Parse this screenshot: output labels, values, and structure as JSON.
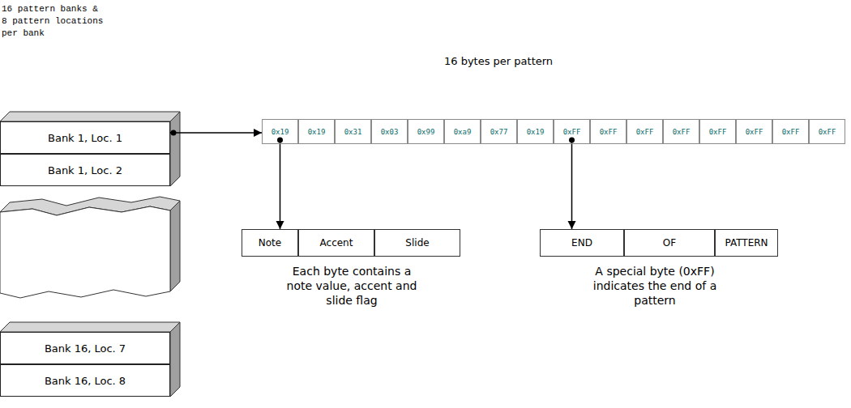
{
  "diagram": {
    "nodes": [
      {
        "text": [
          "Bank 1, Loc. 1"
        ]
      },
      {
        "text": [
          "Bank 1, Loc. 2"
        ]
      },
      {
        "text": [
          "Bank 16, Loc. 7"
        ]
      },
      {
        "text": [
          "Bank 16, Loc. 8"
        ]
      },
      {
        "text": [
          "0x19"
        ]
      },
      {
        "text": [
          "0x19"
        ]
      },
      {
        "text": [
          "0x31"
        ]
      },
      {
        "text": [
          "0x03"
        ]
      },
      {
        "text": [
          "0x99"
        ]
      },
      {
        "text": [
          "0xa9"
        ]
      },
      {
        "text": [
          "0x77"
        ]
      },
      {
        "text": [
          "0x19"
        ]
      },
      {
        "text": [
          "0xFF"
        ]
      },
      {
        "text": [
          "0xFF"
        ]
      },
      {
        "text": [
          "0xFF"
        ]
      },
      {
        "text": [
          "0xFF"
        ]
      },
      {
        "text": [
          "0xFF"
        ]
      },
      {
        "text": [
          "0xFF"
        ]
      },
      {
        "text": [
          "0xFF"
        ]
      },
      {
        "text": [
          "0xFF"
        ]
      },
      {
        "text": [
          "Note"
        ]
      },
      {
        "text": [
          "Accent"
        ]
      },
      {
        "text": [
          "Slide"
        ]
      },
      {
        "text": [
          "END"
        ]
      },
      {
        "text": [
          "OF"
        ]
      },
      {
        "text": [
          "PATTERN"
        ]
      }
    ],
    "edges": [
      {
        "from": 0,
        "to": 4,
        "arrow": "to"
      },
      {
        "from": 4,
        "to": 20,
        "arrow": "to"
      },
      {
        "from": 12,
        "to": 23,
        "arrow": "to"
      }
    ],
    "labels": [
      "16 pattern banks & 8 pattern locations per bank",
      "16 bytes per pattern",
      "Each byte contains a note value, accent and slide flag",
      "A special byte (0xFF) indicates the end of a pattern"
    ]
  }
}
